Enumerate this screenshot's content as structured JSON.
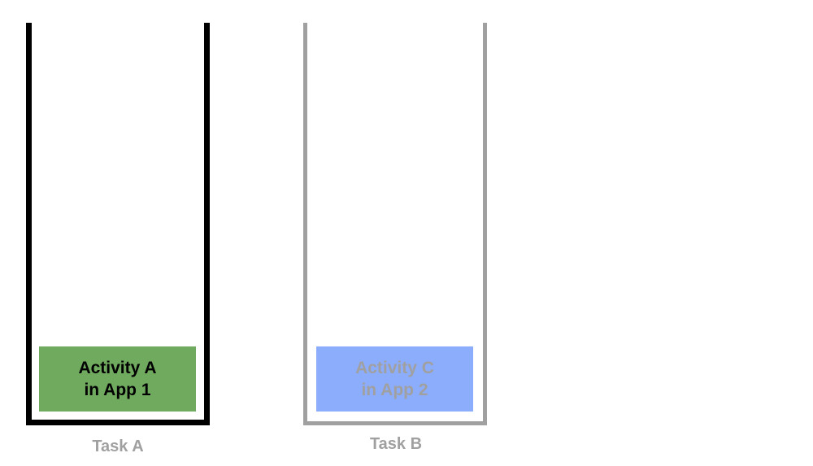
{
  "colors": {
    "active_border": "#000000",
    "inactive_border": "#a0a0a0",
    "app1_fill": "#70aa5e",
    "app2_fill": "#8cacfc",
    "active_text": "#000000",
    "inactive_text": "#a0a0a0",
    "label_text": "#a0a0a0"
  },
  "tasks": [
    {
      "label": "Task A",
      "activity": {
        "text": "Activity A\nin App 1"
      }
    },
    {
      "label": "Task B",
      "activity": {
        "text": "Activity C\nin App 2"
      }
    }
  ]
}
